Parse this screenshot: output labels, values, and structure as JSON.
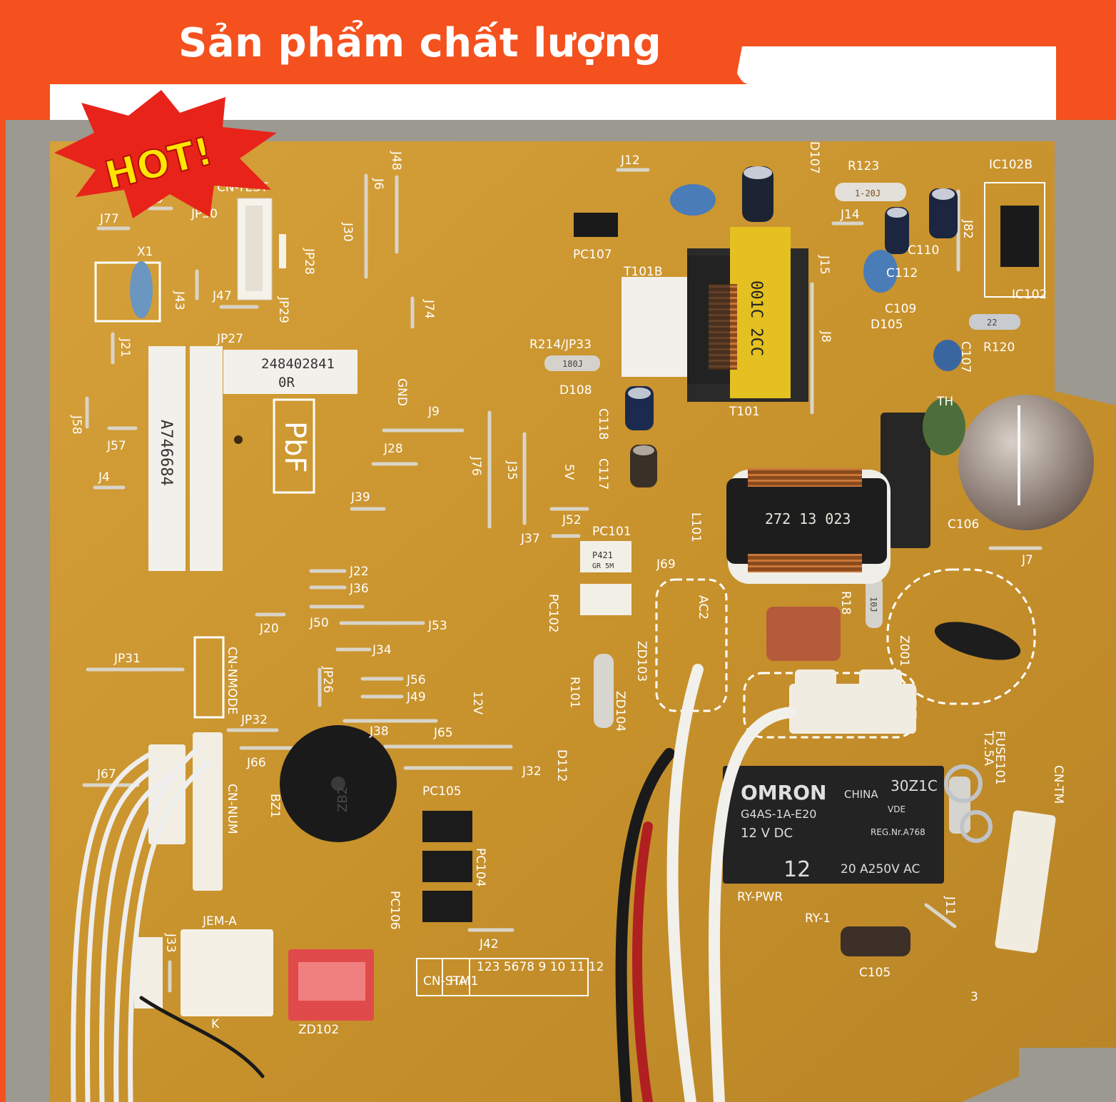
{
  "banner": {
    "title": "Sản phẩm chất lượng",
    "accent_color": "#f4511e",
    "text_color": "#ffffff"
  },
  "badge": {
    "text": "HOT!",
    "star_color": "#e8231a",
    "text_color": "#ffe500"
  },
  "board": {
    "pcb_color": "#c9952e",
    "label_codes": {
      "part_number": "248402841",
      "revision": "0R",
      "model": "A746684",
      "lead_free": "PbF"
    },
    "silkscreen": [
      "J77",
      "J5",
      "JP30",
      "CN-TEST",
      "JP28",
      "J6",
      "J48",
      "J30",
      "J12",
      "D107",
      "R123",
      "IC102B",
      "X1",
      "J43",
      "J47",
      "JP29",
      "JP27",
      "J74",
      "PC107",
      "T101B",
      "J15",
      "J14",
      "C110",
      "C112",
      "J82",
      "IC102",
      "J21",
      "R214/JP33",
      "D108",
      "J8",
      "C109",
      "D105",
      "R120",
      "C107",
      "J58",
      "J57",
      "J9",
      "GND",
      "J28",
      "J76",
      "J35",
      "C118",
      "C117",
      "T101",
      "TH",
      "J4",
      "J39",
      "5V",
      "J52",
      "L101",
      "C106",
      "J37",
      "PC101",
      "J7",
      "J22",
      "J36",
      "J69",
      "R18",
      "J50",
      "J53",
      "PC102",
      "AC2",
      "Z001",
      "J20",
      "J34",
      "ZD103",
      "JP31",
      "CN-NMODE",
      "J56",
      "J49",
      "JP26",
      "R101",
      "ZD104",
      "J38",
      "J65",
      "12V",
      "JP32",
      "J66",
      "J67",
      "CN-NUM",
      "BZ1",
      "J32",
      "D112",
      "FUSE101",
      "T2.5A",
      "PC105",
      "PC104",
      "PC106",
      "RY-PWR",
      "RY-1",
      "J11",
      "JEM-A",
      "J33",
      "J42",
      "C105",
      "CN-STM1",
      "HA",
      "ZD102",
      "K",
      "3",
      "CN-TM"
    ],
    "relay": {
      "brand": "OMRON",
      "origin": "CHINA",
      "lot": "30Z1C",
      "model": "G4AS-1A-E20",
      "coil": "12 V DC",
      "rating": "20 A250V AC",
      "code": "12",
      "cert": "REG.Nr.A768",
      "vde": "VDE"
    },
    "inductor_marking": "272 13 023",
    "transformer_marking": "001C 2CC",
    "buzzer_marking": "ZB2",
    "resistor_markings": [
      "1-20J",
      "180J",
      "22",
      "10J"
    ],
    "opto_markings": [
      "P421",
      "GR 5M"
    ],
    "date_grid": "123 5678 9 10 11 12"
  }
}
